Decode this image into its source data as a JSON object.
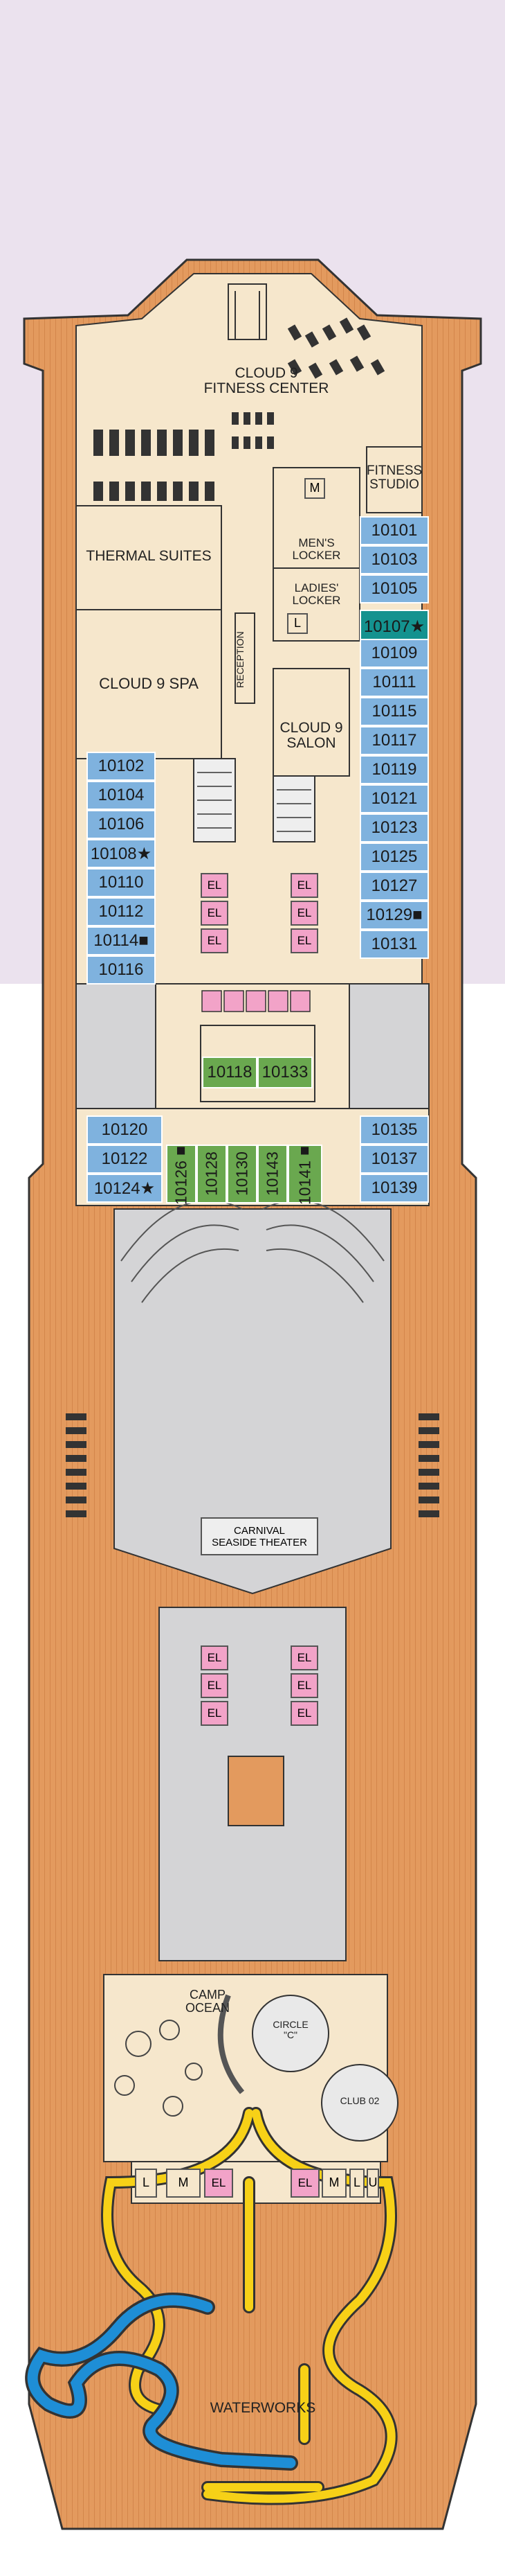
{
  "colors": {
    "background_top": "#ebe2ee",
    "deck_wood": "#e39a5e",
    "interior": "#f6e7cc",
    "corridor": "#d4d4d6",
    "cabin_blue": "#7fb2de",
    "cabin_teal": "#14928f",
    "cabin_green": "#6aa84f",
    "elevator_pink": "#f2a3c8",
    "slide_yellow": "#f7d117",
    "slide_blue": "#1e8ed6"
  },
  "areas": {
    "fitness_center": "CLOUD 9\nFITNESS CENTER",
    "fitness_studio": "FITNESS\nSTUDIO",
    "mens_locker_icon": "M",
    "mens_locker": "MEN'S\nLOCKER",
    "ladies_locker": "LADIES'\nLOCKER",
    "ladies_icon": "L",
    "thermal_suites": "THERMAL SUITES",
    "spa": "CLOUD 9 SPA",
    "reception": "RECEPTION",
    "salon": "CLOUD 9\nSALON",
    "theater": "CARNIVAL\nSEASIDE THEATER",
    "camp_ocean": "CAMP\nOCEAN",
    "circle_c": "CIRCLE\n\"C\"",
    "club_02": "CLUB 02",
    "waterworks": "WATERWORKS"
  },
  "elevator_label": "EL",
  "restroom_labels": [
    "L",
    "M",
    "EL",
    "EL",
    "M",
    "L",
    "U"
  ],
  "cabins": {
    "right_upper": [
      "10101",
      "10103",
      "10105",
      "10107★",
      "10109",
      "10111",
      "10115",
      "10117",
      "10119",
      "10121",
      "10123",
      "10125",
      "10127",
      "10129■",
      "10131"
    ],
    "left_upper": [
      "10102",
      "10104",
      "10106",
      "10108★",
      "10110",
      "10112",
      "10114■",
      "10116"
    ],
    "center_green": [
      "10118",
      "10133"
    ],
    "left_lower": [
      "10120",
      "10122",
      "10124★"
    ],
    "right_lower": [
      "10135",
      "10137",
      "10139"
    ],
    "vertical_green": [
      "10126■",
      "10128",
      "10130",
      "10143",
      "10141■"
    ]
  }
}
